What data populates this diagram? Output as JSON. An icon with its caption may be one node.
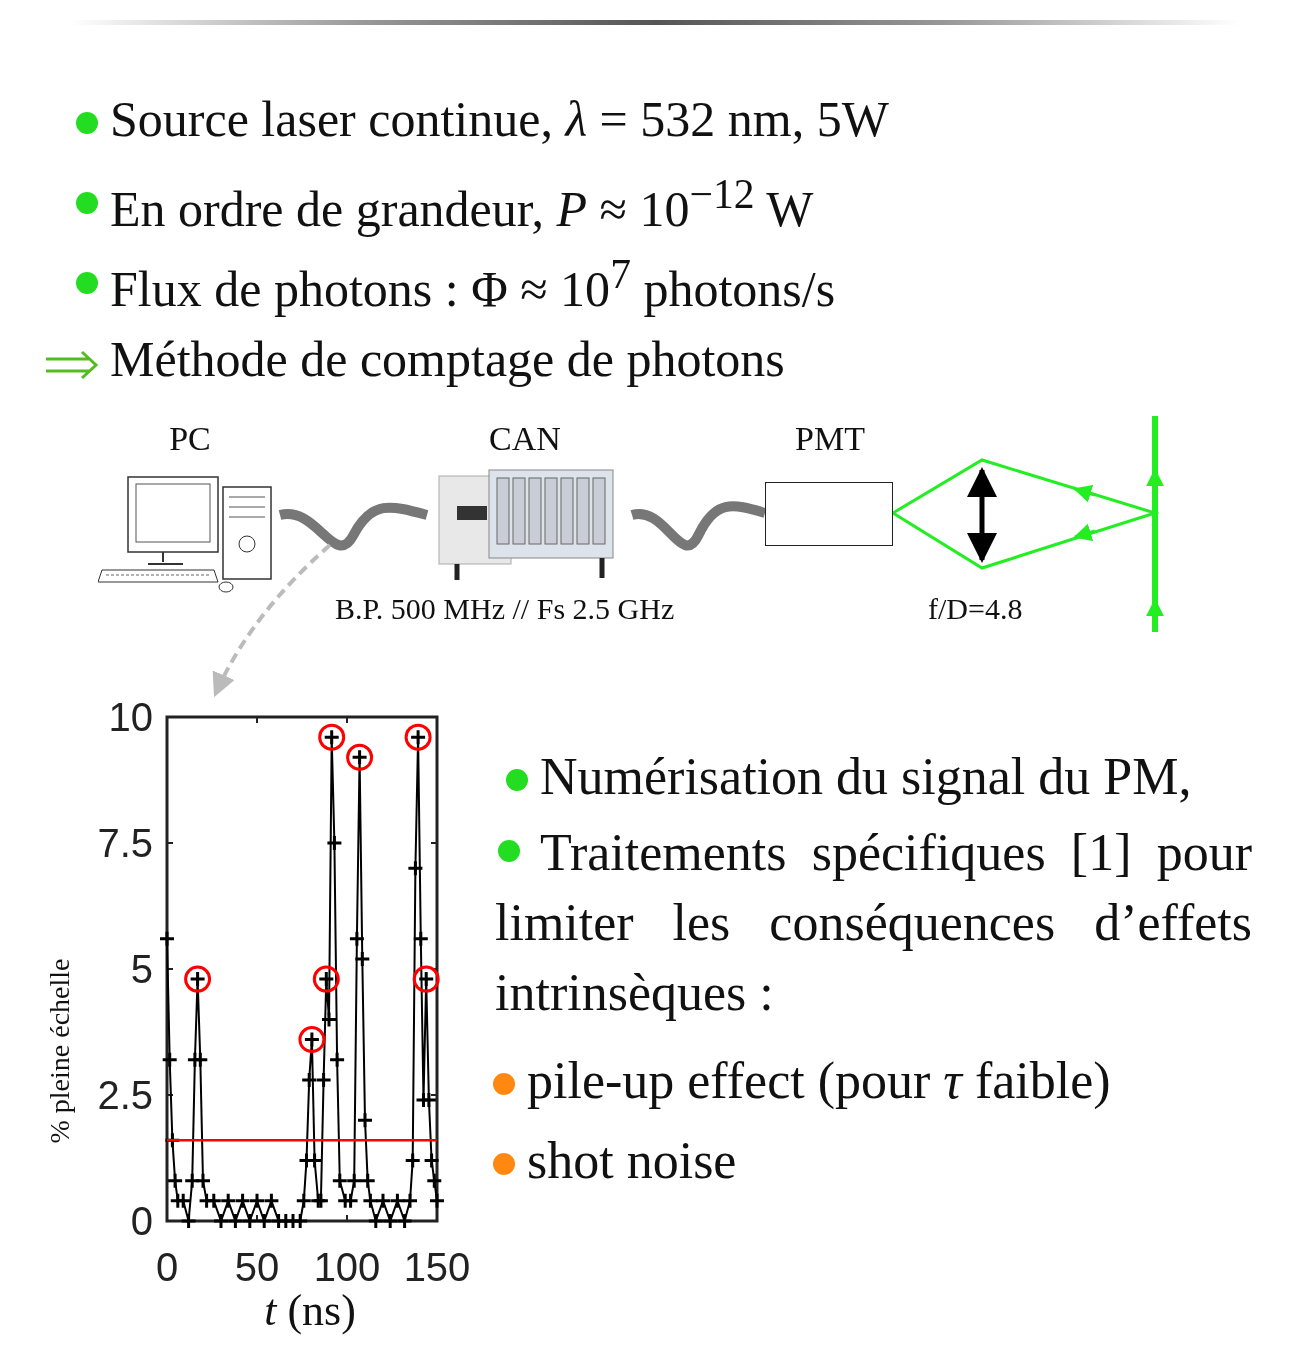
{
  "diagram": {
    "nodes": [
      {
        "text": [
          "PC"
        ]
      },
      {
        "text": [
          "CAN"
        ],
        "beside": [
          "B.P. 500 MHz // Fs 2.5 GHz"
        ]
      },
      {
        "text": [
          "PMT"
        ]
      },
      {
        "text": [],
        "shape": "picture"
      }
    ],
    "edges": [
      {
        "from": 0,
        "to": 1,
        "arrow": "none"
      },
      {
        "from": 1,
        "to": 2,
        "arrow": "none"
      },
      {
        "from": null,
        "to": 3,
        "arrow": "to",
        "style": "dashed",
        "color": "#bbbbbb"
      }
    ],
    "labels": [
      "Source laser continue, *λ* = 532 nm, 5W",
      "En ordre de grandeur, *P* ≈ 10$^{−12}$ W",
      "Flux de photons : Φ ≈ 10$^{7}$ photons/s",
      "Méthode de comptage de photons",
      "Numérisation du signal du PM,",
      "Traitements spécifiques [1] pour limiter les conséquences d’effets intrinsèques :",
      "pile-up effect (pour *τ* faible)",
      "shot noise",
      "f/D=4.8"
    ],
    "chart_data": {
      "type": "line",
      "xlabel": "*t* (ns)",
      "ylabel": "% pleine échelle",
      "xlim": [
        0,
        150
      ],
      "ylim": [
        0,
        10
      ],
      "xticks": [
        0,
        50,
        100,
        150
      ],
      "yticks": [
        0,
        2.5,
        5,
        7.5,
        10
      ],
      "x": [
        0,
        1.5,
        3,
        4.5,
        6,
        9,
        12,
        14,
        15.5,
        17,
        18.5,
        20,
        22,
        26,
        30,
        34,
        38,
        42,
        46,
        50,
        54,
        58,
        62,
        66,
        70,
        74,
        76,
        77.5,
        79,
        80.5,
        82,
        84,
        85.5,
        87,
        88.5,
        90,
        91.5,
        93,
        94.5,
        96,
        99,
        102,
        104,
        105.5,
        107,
        108.5,
        110,
        111.5,
        113,
        116,
        120,
        124,
        128,
        132,
        135,
        136.5,
        138,
        139.5,
        141,
        142.5,
        144,
        145.5,
        147,
        148.5,
        150
      ],
      "series": [
        {
          "color": "#000000",
          "marker": "+",
          "values": [
            5.6,
            3.2,
            1.6,
            0.8,
            0.4,
            0.4,
            0,
            0.8,
            3.2,
            4.8,
            3.2,
            0.8,
            0.4,
            0.4,
            0,
            0.4,
            0,
            0.4,
            0,
            0.4,
            0,
            0.4,
            0,
            0,
            0,
            0,
            0.4,
            1.2,
            2.8,
            3.6,
            1.2,
            0.4,
            0.4,
            2.8,
            4.8,
            4.0,
            9.6,
            7.5,
            3.2,
            0.8,
            0.4,
            0.4,
            0.8,
            5.6,
            9.2,
            5.2,
            2.0,
            0.8,
            0.4,
            0,
            0.4,
            0,
            0.4,
            0,
            0.4,
            1.2,
            7.0,
            9.6,
            5.6,
            2.4,
            4.8,
            2.4,
            1.2,
            0.8,
            0.4
          ]
        }
      ],
      "ref_lines": [
        {
          "axis": "y",
          "value": 1.6,
          "color": "#ff0000"
        }
      ]
    }
  }
}
